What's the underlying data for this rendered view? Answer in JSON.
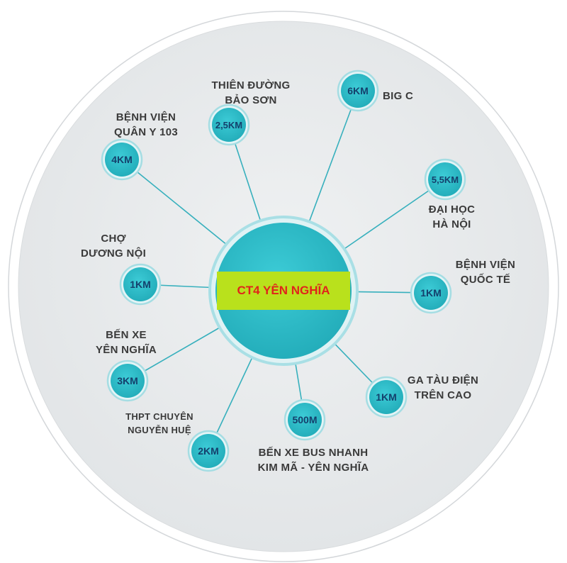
{
  "hub": {
    "label": "CT4 YÊN NGHĨA"
  },
  "colors": {
    "node_fill": "#2fbcc8",
    "node_ring": "#a5dde3",
    "distance_text": "#14406c",
    "label_text": "#3a3a3a",
    "line": "#37b0bd",
    "banner": "#b9e11c",
    "hub_text": "#e0251b",
    "background": "#e9ebed"
  },
  "destinations": [
    {
      "id": "big-c",
      "distance": "6KM",
      "label": [
        "BIG C"
      ]
    },
    {
      "id": "thien-duong-bao-son",
      "distance": "2,5KM",
      "label": [
        "THIÊN ĐƯỜNG",
        "BẢO SƠN"
      ]
    },
    {
      "id": "benh-vien-quan-y-103",
      "distance": "4KM",
      "label": [
        "BỆNH VIỆN",
        "QUÂN Y 103"
      ]
    },
    {
      "id": "dai-hoc-ha-noi",
      "distance": "5,5KM",
      "label": [
        "ĐẠI HỌC",
        "HÀ NỘI"
      ]
    },
    {
      "id": "cho-duong-noi",
      "distance": "1KM",
      "label": [
        "CHỢ",
        "DƯƠNG NỘI"
      ]
    },
    {
      "id": "benh-vien-quoc-te",
      "distance": "1KM",
      "label": [
        "BỆNH VIỆN",
        "QUỐC TẾ"
      ]
    },
    {
      "id": "ben-xe-yen-nghia",
      "distance": "3KM",
      "label": [
        "BẾN XE",
        "YÊN NGHĨA"
      ]
    },
    {
      "id": "ga-tau-dien-tren-cao",
      "distance": "1KM",
      "label": [
        "GA TÀU ĐIỆN",
        "TRÊN CAO"
      ]
    },
    {
      "id": "thpt-chuyen-nguyen-hue",
      "distance": "2KM",
      "label": [
        "THPT CHUYÊN",
        "NGUYỄN HUỆ"
      ]
    },
    {
      "id": "ben-xe-bus-nhanh",
      "distance": "500M",
      "label": [
        "BẾN XE BUS NHANH",
        "KIM MÃ - YÊN NGHĨA"
      ]
    }
  ]
}
